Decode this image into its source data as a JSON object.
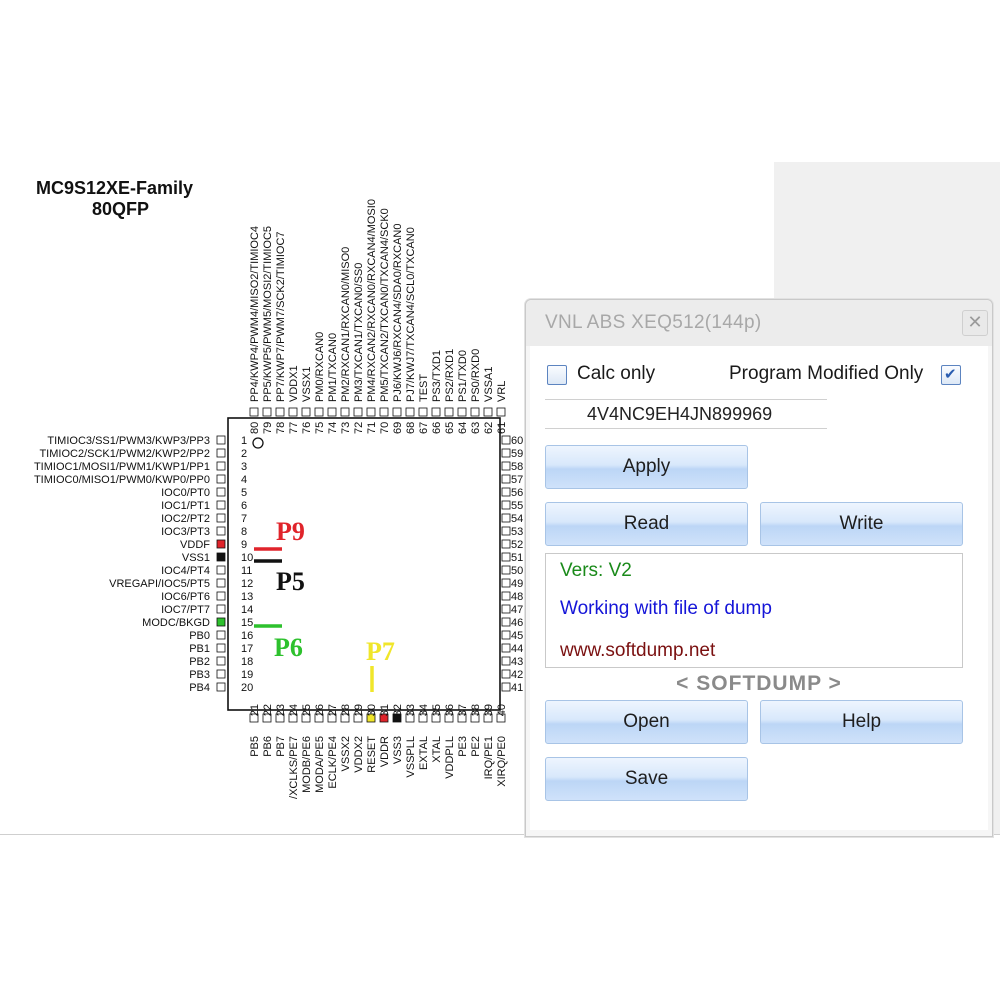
{
  "diagram": {
    "title": "MC9S12XE-Family",
    "subtitle": "80QFP",
    "left_pins": [
      {
        "num": "1",
        "label": "TIMIOC3/SS1/PWM3/KWP3/PP3"
      },
      {
        "num": "2",
        "label": "TIMIOC2/SCK1/PWM2/KWP2/PP2"
      },
      {
        "num": "3",
        "label": "TIMIOC1/MOSI1/PWM1/KWP1/PP1"
      },
      {
        "num": "4",
        "label": "TIMIOC0/MISO1/PWM0/KWP0/PP0"
      },
      {
        "num": "5",
        "label": "IOC0/PT0"
      },
      {
        "num": "6",
        "label": "IOC1/PT1"
      },
      {
        "num": "7",
        "label": "IOC2/PT2"
      },
      {
        "num": "8",
        "label": "IOC3/PT3"
      },
      {
        "num": "9",
        "label": "VDDF"
      },
      {
        "num": "10",
        "label": "VSS1"
      },
      {
        "num": "11",
        "label": "IOC4/PT4"
      },
      {
        "num": "12",
        "label": "VREGAPI/IOC5/PT5"
      },
      {
        "num": "13",
        "label": "IOC6/PT6"
      },
      {
        "num": "14",
        "label": "IOC7/PT7"
      },
      {
        "num": "15",
        "label": "MODC/BKGD"
      },
      {
        "num": "16",
        "label": "PB0"
      },
      {
        "num": "17",
        "label": "PB1"
      },
      {
        "num": "18",
        "label": "PB2"
      },
      {
        "num": "19",
        "label": "PB3"
      },
      {
        "num": "20",
        "label": "PB4"
      }
    ],
    "right_pins": [
      "60",
      "59",
      "58",
      "57",
      "56",
      "55",
      "54",
      "53",
      "52",
      "51",
      "50",
      "49",
      "48",
      "47",
      "46",
      "45",
      "44",
      "43",
      "42",
      "41"
    ],
    "top_pins": [
      {
        "num": "80",
        "label": "PP4/KWP4/PWM4/MISO2/TIMIOC4"
      },
      {
        "num": "79",
        "label": "PP5/KWP5/PWM5/MOSI2/TIMIOC5"
      },
      {
        "num": "78",
        "label": "PP7/KWP7/PWM7/SCK2/TIMIOC7"
      },
      {
        "num": "77",
        "label": "VDDX1"
      },
      {
        "num": "76",
        "label": "VSSX1"
      },
      {
        "num": "75",
        "label": "PM0/RXCAN0"
      },
      {
        "num": "74",
        "label": "PM1/TXCAN0"
      },
      {
        "num": "73",
        "label": "PM2/RXCAN1/RXCAN0/MISO0"
      },
      {
        "num": "72",
        "label": "PM3/TXCAN1/TXCAN0/SS0"
      },
      {
        "num": "71",
        "label": "PM4/RXCAN2/RXCAN0/RXCAN4/MOSI0"
      },
      {
        "num": "70",
        "label": "PM5/TXCAN2/TXCAN0/TXCAN4/SCK0"
      },
      {
        "num": "69",
        "label": "PJ6/KWJ6/RXCAN4/SDA0/RXCAN0"
      },
      {
        "num": "68",
        "label": "PJ7/KWJ7/TXCAN4/SCL0/TXCAN0"
      },
      {
        "num": "67",
        "label": "TEST"
      },
      {
        "num": "66",
        "label": "PS3/TXD1"
      },
      {
        "num": "65",
        "label": "PS2/RXD1"
      },
      {
        "num": "64",
        "label": "PS1/TXD0"
      },
      {
        "num": "63",
        "label": "PS0/RXD0"
      },
      {
        "num": "62",
        "label": "VSSA1"
      },
      {
        "num": "61",
        "label": "VRL"
      }
    ],
    "bottom_pins": [
      {
        "num": "21",
        "label": "PB5"
      },
      {
        "num": "22",
        "label": "PB6"
      },
      {
        "num": "23",
        "label": "PB7"
      },
      {
        "num": "24",
        "label": "/XCLKS/PE7"
      },
      {
        "num": "25",
        "label": "MODB/PE6"
      },
      {
        "num": "26",
        "label": "MODA/PE5"
      },
      {
        "num": "27",
        "label": "ECLK/PE4"
      },
      {
        "num": "28",
        "label": "VSSX2"
      },
      {
        "num": "29",
        "label": "VDDX2"
      },
      {
        "num": "30",
        "label": "RESET"
      },
      {
        "num": "31",
        "label": "VDDR"
      },
      {
        "num": "32",
        "label": "VSS3"
      },
      {
        "num": "33",
        "label": "VSSPLL"
      },
      {
        "num": "34",
        "label": "EXTAL"
      },
      {
        "num": "35",
        "label": "XTAL"
      },
      {
        "num": "36",
        "label": "VDDPLL"
      },
      {
        "num": "37",
        "label": "PE3"
      },
      {
        "num": "38",
        "label": "PE2"
      },
      {
        "num": "39",
        "label": "IRQ/PE1"
      },
      {
        "num": "40",
        "label": "XIRQ/PE0"
      }
    ],
    "markers": {
      "p9": "P9",
      "p5": "P5",
      "p6": "P6",
      "p7": "P7"
    },
    "colors": {
      "red": "#e0242b",
      "green": "#2dc12d",
      "yellow": "#f0e62a",
      "black": "#111111"
    }
  },
  "dialog": {
    "title": "VNL ABS XEQ512(144p)",
    "close_symbol": "✕",
    "calc_only_label": "Calc only",
    "calc_only_checked": false,
    "program_modified_label": "Program Modified Only",
    "program_modified_checked": true,
    "check_mark": "✔",
    "code_value": "4V4NC9EH4JN899969",
    "apply_label": "Apply",
    "read_label": "Read",
    "write_label": "Write",
    "log": [
      {
        "text": "Vers: V2",
        "color": "#1a8a1a"
      },
      {
        "text": "Working with file of dump",
        "color": "#1515d8"
      },
      {
        "text": "www.softdump.net",
        "color": "#7a1010"
      }
    ],
    "brand": "< SOFTDUMP >",
    "open_label": "Open",
    "help_label": "Help",
    "save_label": "Save"
  }
}
